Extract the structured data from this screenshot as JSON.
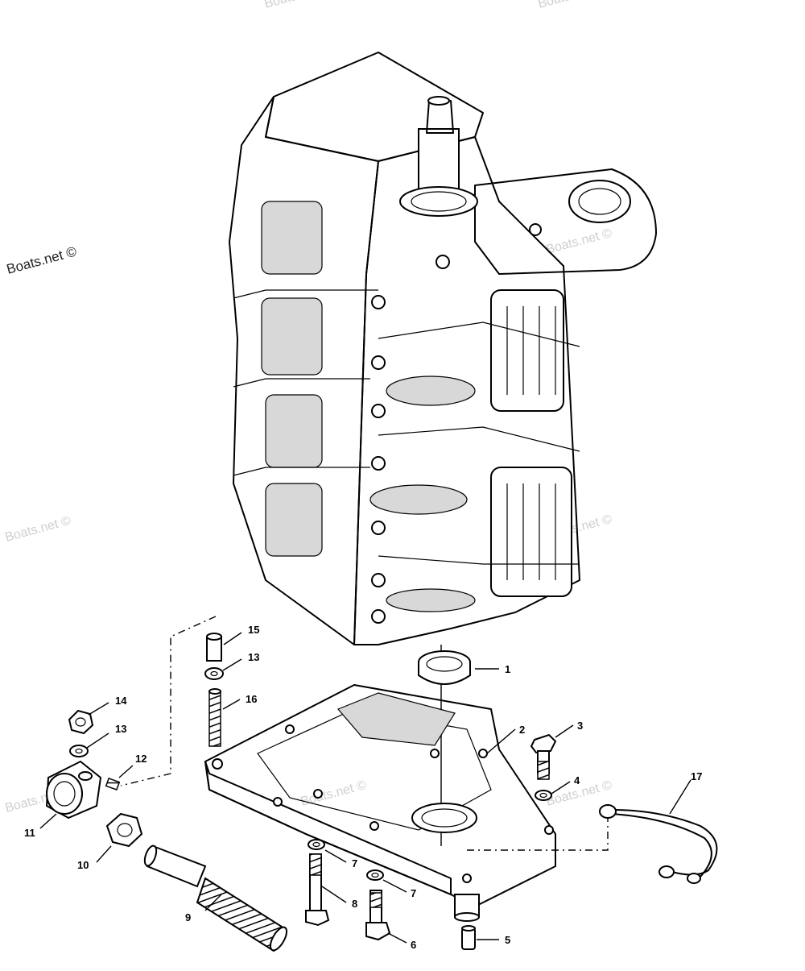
{
  "watermarks": {
    "main": "Boats.net ©",
    "faint": "Boats.net ©"
  },
  "callouts": {
    "c1": "1",
    "c2": "2",
    "c3": "3",
    "c4": "4",
    "c5": "5",
    "c6": "6",
    "c7a": "7",
    "c7b": "7",
    "c8": "8",
    "c9": "9",
    "c10": "10",
    "c11": "11",
    "c12": "12",
    "c13a": "13",
    "c13b": "13",
    "c14": "14",
    "c15": "15",
    "c16": "16",
    "c17": "17"
  }
}
